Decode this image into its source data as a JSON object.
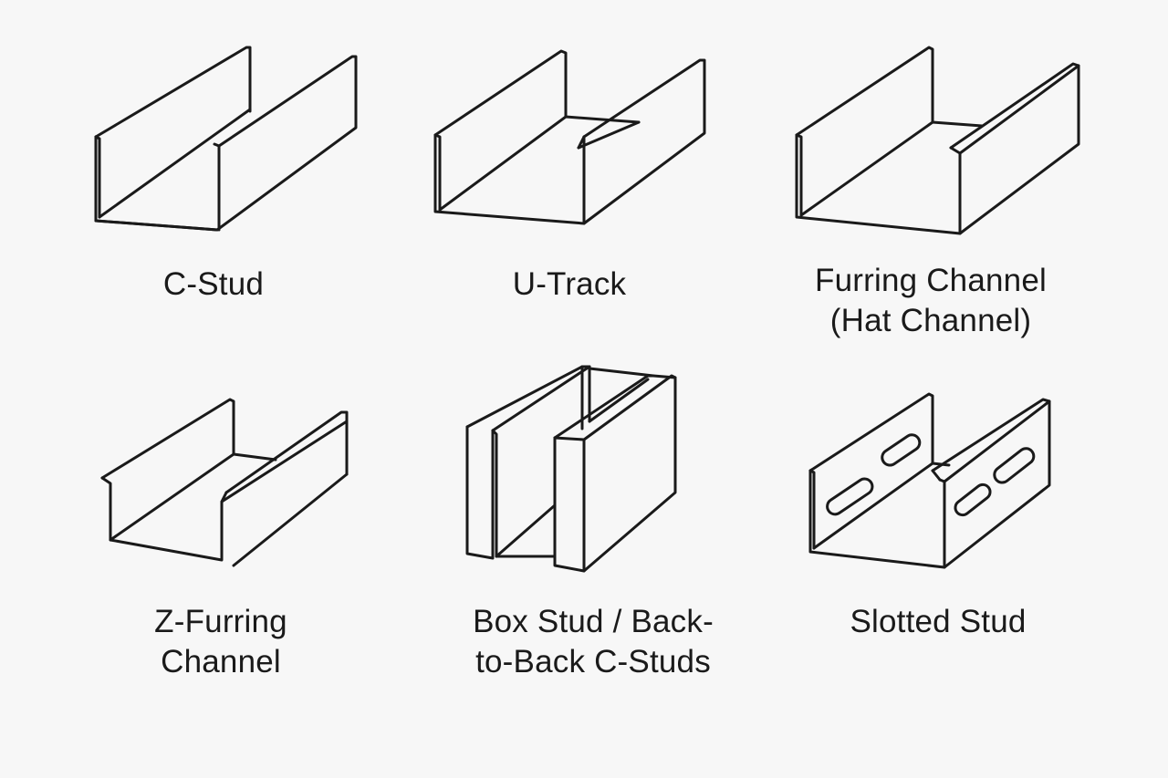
{
  "profiles": [
    {
      "id": "c-stud",
      "lines": [
        "C-Stud"
      ]
    },
    {
      "id": "u-track",
      "lines": [
        "U-Track"
      ]
    },
    {
      "id": "furring-channel",
      "lines": [
        "Furring Channel",
        "(Hat Channel)"
      ]
    },
    {
      "id": "z-furring-channel",
      "lines": [
        "Z-Furring",
        "Channel"
      ]
    },
    {
      "id": "box-stud",
      "lines": [
        "Box Stud / Back-",
        "to-Back C-Studs"
      ]
    },
    {
      "id": "slotted-stud",
      "lines": [
        "Slotted Stud"
      ]
    }
  ],
  "colors": {
    "background": "#f7f7f7",
    "stroke": "#1a1a1a"
  }
}
